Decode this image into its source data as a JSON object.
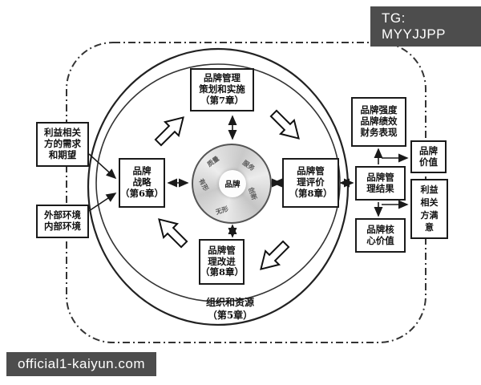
{
  "watermarks": {
    "tg_badge": "TG: MYYJJPP",
    "site_badge": "official1-kaiyun.com",
    "badge_bg": "#4d4d4d",
    "badge_text_color": "#ffffff"
  },
  "diagram": {
    "center_wheel": {
      "core": "品牌",
      "spokes": [
        "质量",
        "服务",
        "创新",
        "无形",
        "有形"
      ]
    },
    "boxes": {
      "planning": {
        "lines": [
          "品牌管理",
          "策划和实施",
          "（第7章）"
        ]
      },
      "strategy": {
        "lines": [
          "品牌",
          "战略",
          "（第6章）"
        ]
      },
      "evaluation": {
        "lines": [
          "品牌管",
          "理评价",
          "（第8章）"
        ]
      },
      "improvement": {
        "lines": [
          "品牌管",
          "理改进",
          "（第8章）"
        ]
      },
      "stakeholder_needs": {
        "lines": [
          "利益相关",
          "方的需求",
          "和期望"
        ]
      },
      "environment": {
        "lines": [
          "外部环境",
          "内部环境"
        ]
      },
      "results": {
        "lines": [
          "品牌管",
          "理结果"
        ]
      },
      "strength": {
        "lines": [
          "品牌强度",
          "品牌绩效",
          "财务表现"
        ]
      },
      "brand_value": {
        "lines": [
          "品牌",
          "价值"
        ]
      },
      "satisfaction": {
        "lines": [
          "利益",
          "相关",
          "方满",
          "意"
        ]
      },
      "core_value": {
        "lines": [
          "品牌核",
          "心价值"
        ]
      }
    },
    "ring_label": {
      "lines": [
        "组织和资源",
        "（第5章）"
      ]
    },
    "line_color": "#1a1a1a"
  }
}
